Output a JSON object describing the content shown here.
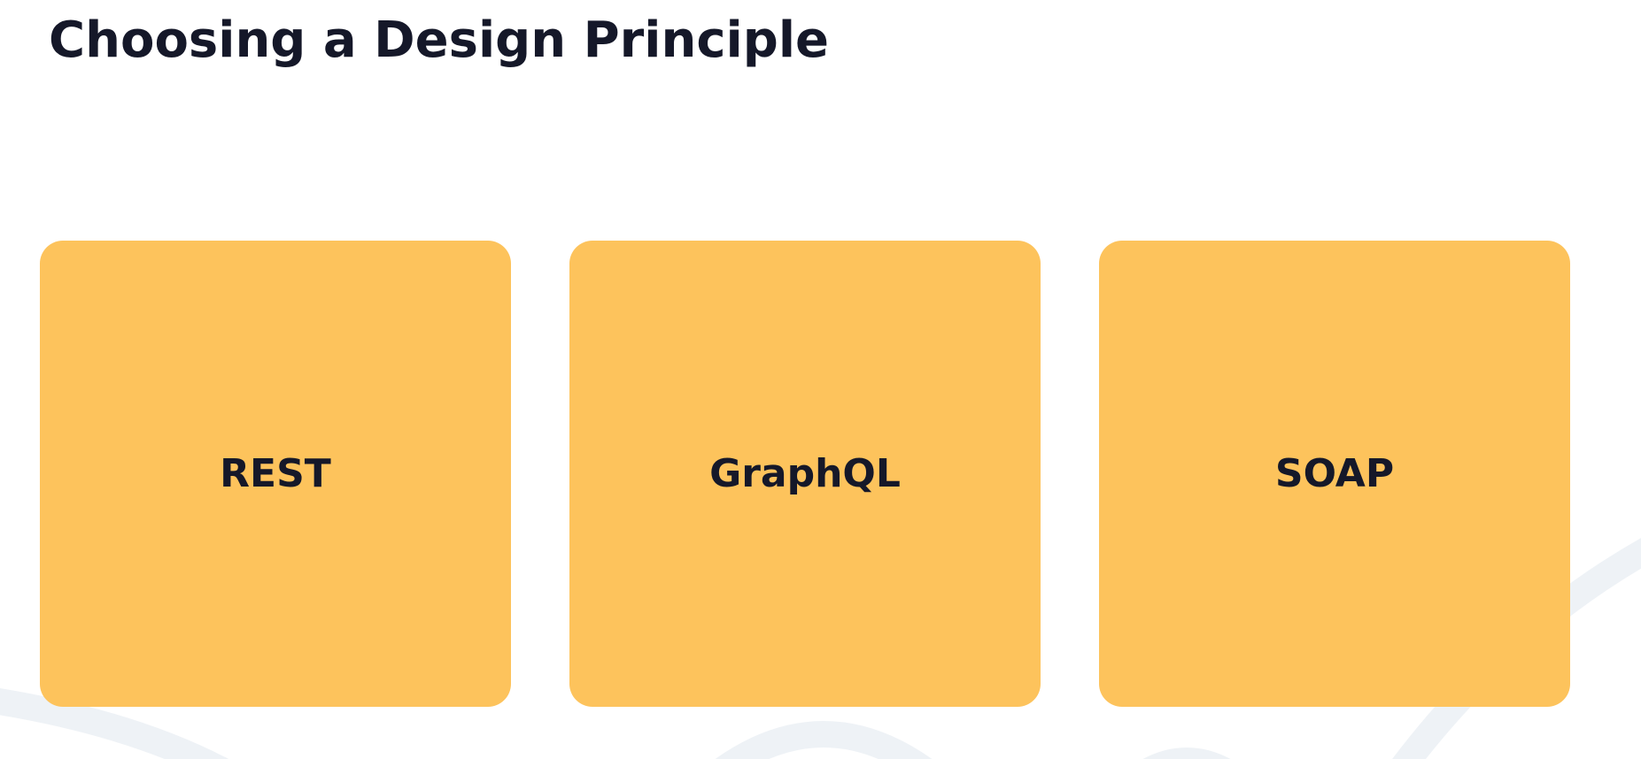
{
  "slide": {
    "title": "Choosing a Design Principle"
  },
  "cards": [
    {
      "label": "REST"
    },
    {
      "label": "GraphQL"
    },
    {
      "label": "SOAP"
    }
  ],
  "colors": {
    "background": "#ffffff",
    "card_fill": "#fdc35c",
    "text": "#151829",
    "decor_line": "#eef2f6"
  }
}
